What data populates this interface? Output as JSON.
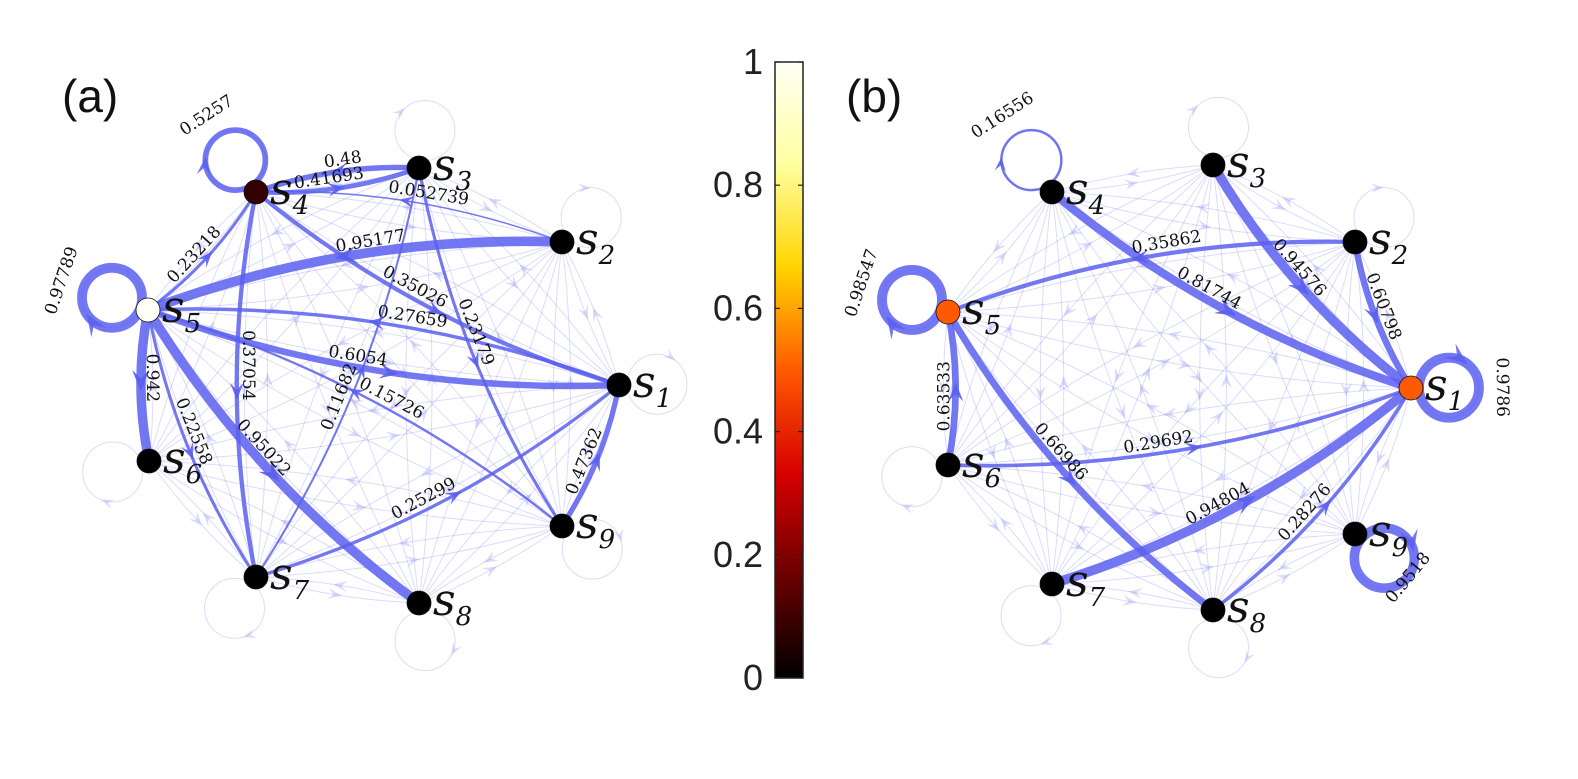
{
  "panels": [
    {
      "label": "(a)",
      "nodes": [
        {
          "id": "s1",
          "name": "s",
          "sub": "1",
          "value": 0.0
        },
        {
          "id": "s2",
          "name": "s",
          "sub": "2",
          "value": 0.0
        },
        {
          "id": "s3",
          "name": "s",
          "sub": "3",
          "value": 0.0
        },
        {
          "id": "s4",
          "name": "s",
          "sub": "4",
          "value": 0.08
        },
        {
          "id": "s5",
          "name": "s",
          "sub": "5",
          "value": 1.0
        },
        {
          "id": "s6",
          "name": "s",
          "sub": "6",
          "value": 0.0
        },
        {
          "id": "s7",
          "name": "s",
          "sub": "7",
          "value": 0.0
        },
        {
          "id": "s8",
          "name": "s",
          "sub": "8",
          "value": 0.0
        },
        {
          "id": "s9",
          "name": "s",
          "sub": "9",
          "value": 0.0
        }
      ],
      "edges": [
        {
          "from": "s4",
          "to": "s4",
          "weight": 0.5257,
          "label": "0.5257"
        },
        {
          "from": "s5",
          "to": "s5",
          "weight": 0.97789,
          "label": "0.97789"
        },
        {
          "from": "s4",
          "to": "s3",
          "weight": 0.41693,
          "label": "0.41693"
        },
        {
          "from": "s5",
          "to": "s4",
          "weight": 0.23218,
          "label": "0.23218"
        },
        {
          "from": "s3",
          "to": "s4",
          "weight": 0.48,
          "label": "0.48"
        },
        {
          "from": "s2",
          "to": "s5",
          "weight": 0.95177,
          "label": "0.95177"
        },
        {
          "from": "s4",
          "to": "s1",
          "weight": 0.35026,
          "label": "0.35026"
        },
        {
          "from": "s2",
          "to": "s4",
          "weight": 0.052739,
          "label": "0.052739"
        },
        {
          "from": "s3",
          "to": "s9",
          "weight": 0.23179,
          "label": "0.23179"
        },
        {
          "from": "s5",
          "to": "s1",
          "weight": 0.6054,
          "label": "0.6054"
        },
        {
          "from": "s1",
          "to": "s5",
          "weight": 0.27659,
          "label": "0.27659"
        },
        {
          "from": "s5",
          "to": "s6",
          "weight": 0.942,
          "label": "0.942"
        },
        {
          "from": "s4",
          "to": "s7",
          "weight": 0.37054,
          "label": "0.37054"
        },
        {
          "from": "s5",
          "to": "s8",
          "weight": 0.95022,
          "label": "0.95022"
        },
        {
          "from": "s5",
          "to": "s7",
          "weight": 0.22558,
          "label": "0.22558"
        },
        {
          "from": "s7",
          "to": "s3",
          "weight": 0.11682,
          "label": "0.11682"
        },
        {
          "from": "s9",
          "to": "s5",
          "weight": 0.15726,
          "label": "0.15726"
        },
        {
          "from": "s9",
          "to": "s1",
          "weight": 0.47362,
          "label": "0.47362"
        },
        {
          "from": "s7",
          "to": "s1",
          "weight": 0.25299,
          "label": "0.25299"
        }
      ]
    },
    {
      "label": "(b)",
      "nodes": [
        {
          "id": "s1",
          "name": "s",
          "sub": "1",
          "value": 0.5
        },
        {
          "id": "s2",
          "name": "s",
          "sub": "2",
          "value": 0.0
        },
        {
          "id": "s3",
          "name": "s",
          "sub": "3",
          "value": 0.0
        },
        {
          "id": "s4",
          "name": "s",
          "sub": "4",
          "value": 0.0
        },
        {
          "id": "s5",
          "name": "s",
          "sub": "5",
          "value": 0.5
        },
        {
          "id": "s6",
          "name": "s",
          "sub": "6",
          "value": 0.0
        },
        {
          "id": "s7",
          "name": "s",
          "sub": "7",
          "value": 0.0
        },
        {
          "id": "s8",
          "name": "s",
          "sub": "8",
          "value": 0.0
        },
        {
          "id": "s9",
          "name": "s",
          "sub": "9",
          "value": 0.0
        }
      ],
      "edges": [
        {
          "from": "s4",
          "to": "s4",
          "weight": 0.16556,
          "label": "0.16556"
        },
        {
          "from": "s5",
          "to": "s5",
          "weight": 0.98547,
          "label": "0.98547"
        },
        {
          "from": "s1",
          "to": "s1",
          "weight": 0.9786,
          "label": "0.9786"
        },
        {
          "from": "s9",
          "to": "s9",
          "weight": 0.9518,
          "label": "0.9518"
        },
        {
          "from": "s2",
          "to": "s5",
          "weight": 0.35862,
          "label": "0.35862"
        },
        {
          "from": "s4",
          "to": "s1",
          "weight": 0.81744,
          "label": "0.81744"
        },
        {
          "from": "s3",
          "to": "s1",
          "weight": 0.94576,
          "label": "0.94576"
        },
        {
          "from": "s2",
          "to": "s1",
          "weight": 0.60798,
          "label": "0.60798"
        },
        {
          "from": "s6",
          "to": "s5",
          "weight": 0.63533,
          "label": "0.63533"
        },
        {
          "from": "s5",
          "to": "s8",
          "weight": 0.66986,
          "label": "0.66986"
        },
        {
          "from": "s6",
          "to": "s1",
          "weight": 0.29692,
          "label": "0.29692"
        },
        {
          "from": "s7",
          "to": "s1",
          "weight": 0.94804,
          "label": "0.94804"
        },
        {
          "from": "s8",
          "to": "s1",
          "weight": 0.28276,
          "label": "0.28276"
        }
      ]
    }
  ],
  "colorbar": {
    "min": 0,
    "max": 1,
    "ticks": [
      "0",
      "0.2",
      "0.4",
      "0.6",
      "0.8",
      "1"
    ],
    "colormap": "hot",
    "stops": [
      "#000000",
      "#6b0000",
      "#d80000",
      "#ff5a00",
      "#ffd400",
      "#ffffa0",
      "#fffff5"
    ]
  },
  "edge_color": "#5a5ff0"
}
